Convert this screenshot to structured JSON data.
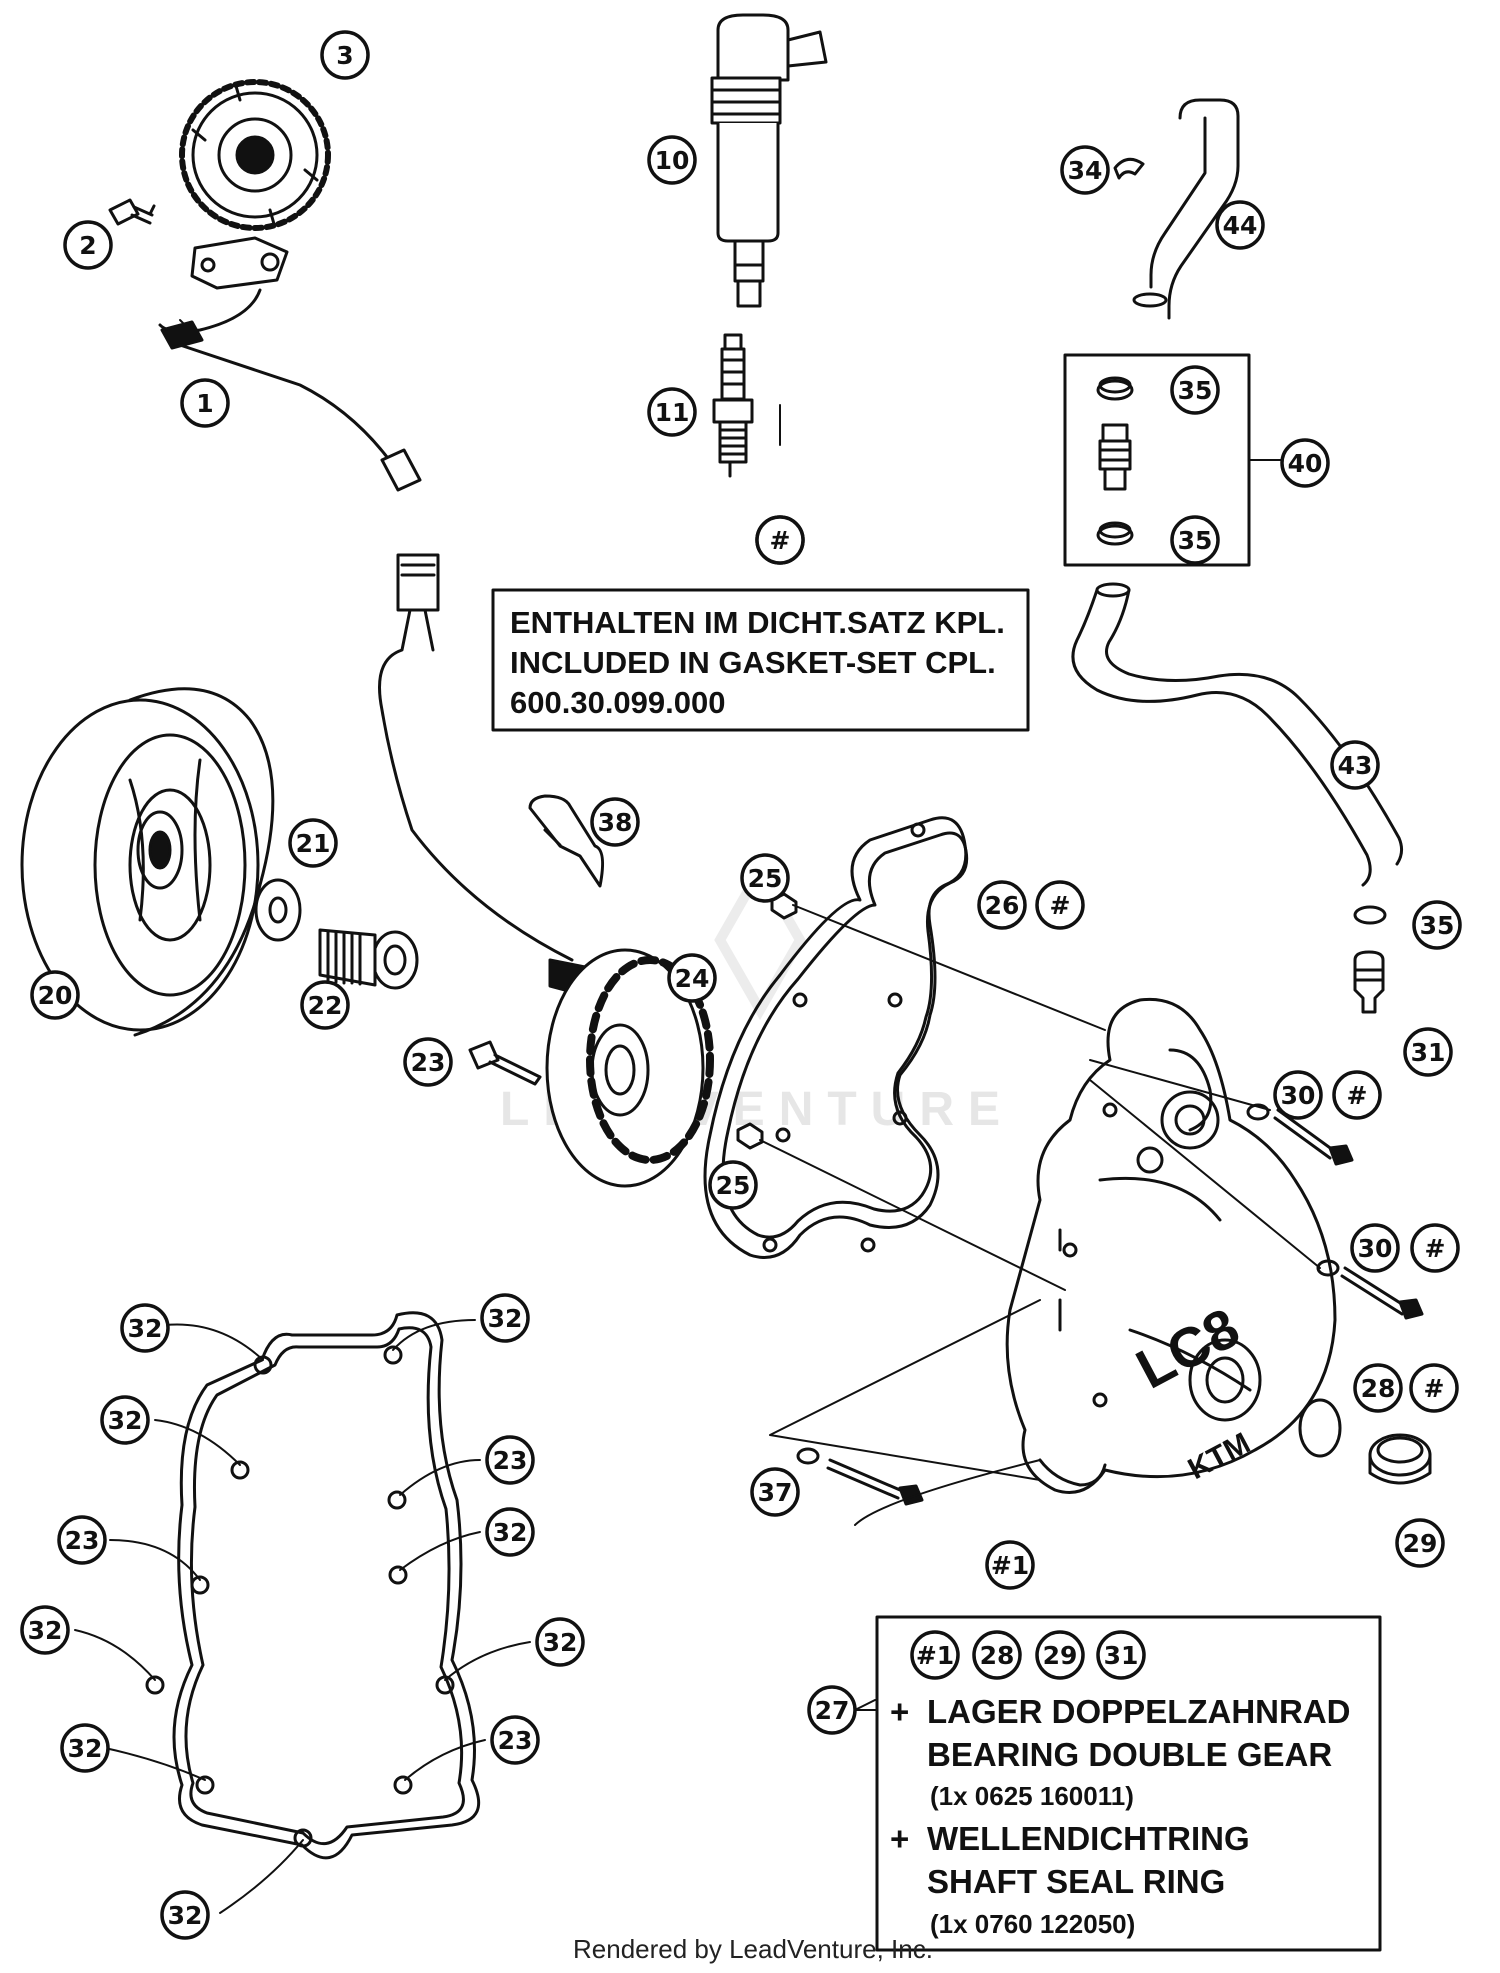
{
  "watermark": "LEADVENTURE",
  "footer": "Rendered by LeadVenture, Inc.",
  "note_box": {
    "marker": "#",
    "lines": [
      "ENTHALTEN IM DICHT.SATZ KPL.",
      "INCLUDED IN GASKET-SET CPL.",
      "600.30.099.000"
    ]
  },
  "kit_box": {
    "callout": "27",
    "members": [
      "#1",
      "28",
      "29",
      "31"
    ],
    "items": [
      {
        "prefix": "+",
        "de": "LAGER DOPPELZAHNRAD",
        "en": "BEARING DOUBLE GEAR",
        "part": "(1x 0625 160011)"
      },
      {
        "prefix": "+",
        "de": "WELLENDICHTRING",
        "en": "SHAFT SEAL RING",
        "part": "(1x 0760 122050)"
      }
    ]
  },
  "cover_logo": "LC8",
  "cover_brand": "KTM",
  "callouts": [
    {
      "id": "c3",
      "text": "3"
    },
    {
      "id": "c2",
      "text": "2"
    },
    {
      "id": "c1",
      "text": "1"
    },
    {
      "id": "c10",
      "text": "10"
    },
    {
      "id": "c11",
      "text": "11"
    },
    {
      "id": "chash_top",
      "text": "#"
    },
    {
      "id": "c34",
      "text": "34"
    },
    {
      "id": "c44",
      "text": "44"
    },
    {
      "id": "c35a",
      "text": "35"
    },
    {
      "id": "c40",
      "text": "40"
    },
    {
      "id": "c35b",
      "text": "35"
    },
    {
      "id": "c43",
      "text": "43"
    },
    {
      "id": "c38",
      "text": "38"
    },
    {
      "id": "c21",
      "text": "21"
    },
    {
      "id": "c20",
      "text": "20"
    },
    {
      "id": "c22",
      "text": "22"
    },
    {
      "id": "c24",
      "text": "24"
    },
    {
      "id": "c23a",
      "text": "23"
    },
    {
      "id": "c25a",
      "text": "25"
    },
    {
      "id": "c26",
      "text": "26"
    },
    {
      "id": "c26h",
      "text": "#"
    },
    {
      "id": "c35c",
      "text": "35"
    },
    {
      "id": "c31",
      "text": "31"
    },
    {
      "id": "c30a",
      "text": "30"
    },
    {
      "id": "c30ah",
      "text": "#"
    },
    {
      "id": "c25b",
      "text": "25"
    },
    {
      "id": "c30b",
      "text": "30"
    },
    {
      "id": "c30bh",
      "text": "#"
    },
    {
      "id": "c28",
      "text": "28"
    },
    {
      "id": "c28h",
      "text": "#"
    },
    {
      "id": "c29",
      "text": "29"
    },
    {
      "id": "c37",
      "text": "37"
    },
    {
      "id": "c1h",
      "text": "#1"
    },
    {
      "id": "g32a",
      "text": "32"
    },
    {
      "id": "g32b",
      "text": "32"
    },
    {
      "id": "g32c",
      "text": "32"
    },
    {
      "id": "g23a",
      "text": "23"
    },
    {
      "id": "g23b",
      "text": "23"
    },
    {
      "id": "g32d",
      "text": "32"
    },
    {
      "id": "g32e",
      "text": "32"
    },
    {
      "id": "g32f",
      "text": "32"
    },
    {
      "id": "g32g",
      "text": "32"
    },
    {
      "id": "g23c",
      "text": "23"
    },
    {
      "id": "g32h",
      "text": "32"
    }
  ]
}
